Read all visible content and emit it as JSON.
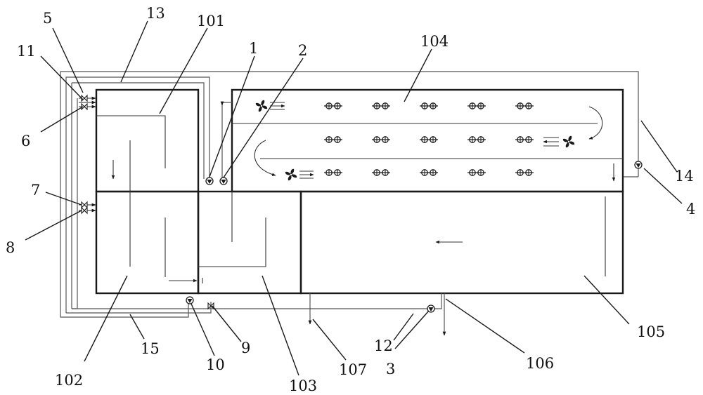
{
  "colors": {
    "stroke": "#1a1a1a",
    "pipe": "#555555",
    "background": "#ffffff"
  },
  "labels": {
    "l1": "1",
    "l2": "2",
    "l3": "3",
    "l4": "4",
    "l5": "5",
    "l6": "6",
    "l7": "7",
    "l8": "8",
    "l9": "9",
    "l10": "10",
    "l11": "11",
    "l12": "12",
    "l13": "13",
    "l14": "14",
    "l15": "15",
    "l101": "101",
    "l102": "102",
    "l103": "103",
    "l104": "104",
    "l105": "105",
    "l106": "106",
    "l107": "107"
  },
  "aerator_rows": 3,
  "aerators_per_row": 5,
  "icons": [
    "fan-icon",
    "aerator-icon",
    "pump-icon",
    "valve-icon",
    "flow-arrow-icon"
  ]
}
